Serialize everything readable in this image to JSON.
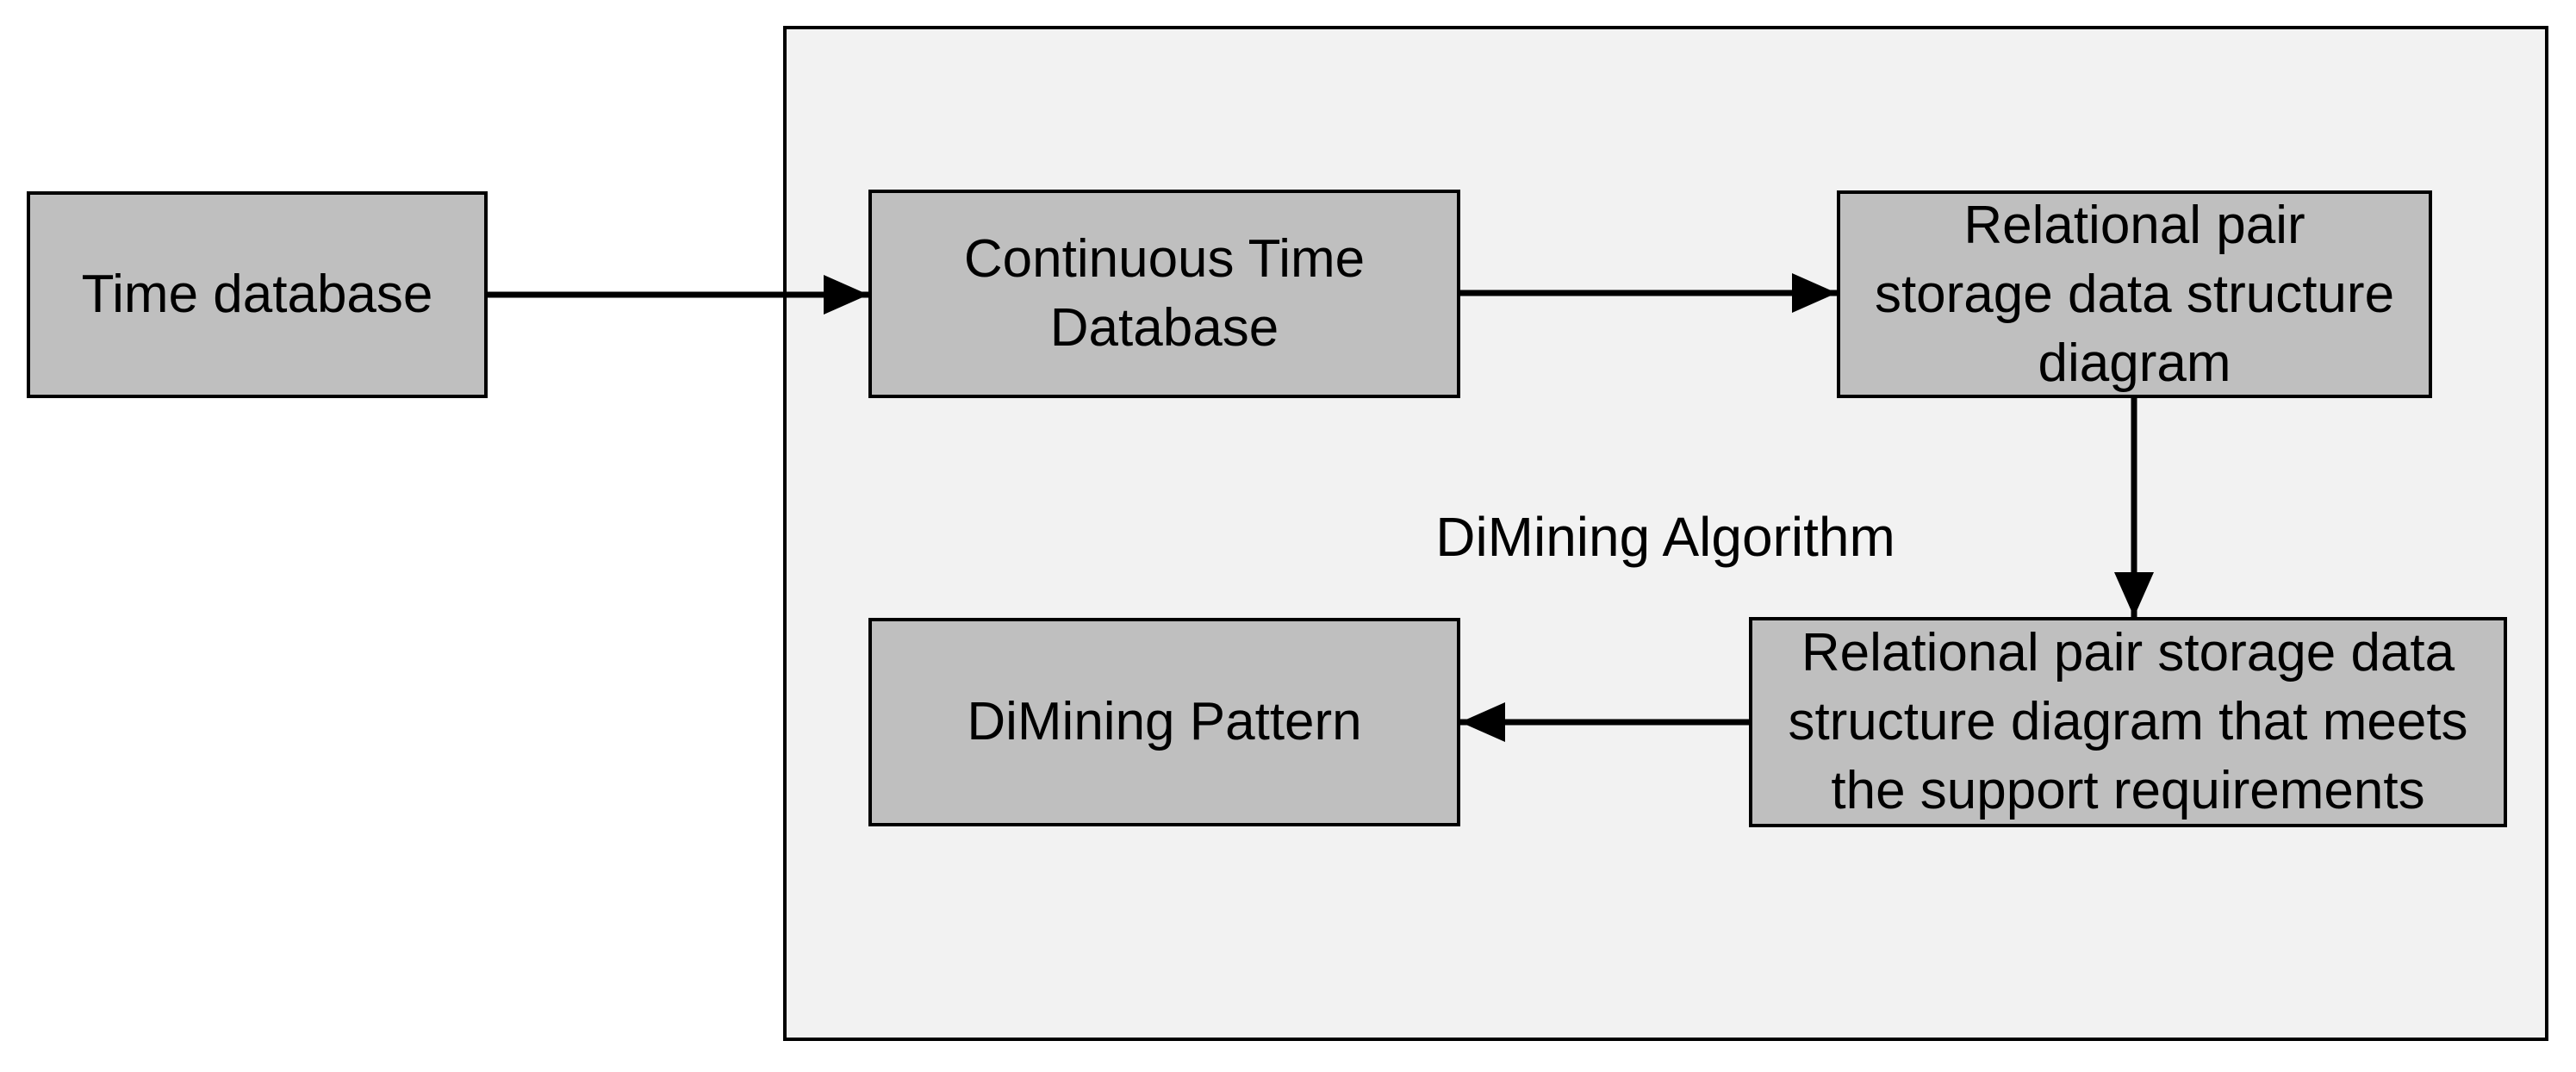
{
  "colors": {
    "background": "#ffffff",
    "container_fill": "#f2f2f2",
    "box_fill": "#bfbfbf",
    "border": "#000000",
    "text": "#000000",
    "arrow": "#000000"
  },
  "container": {
    "label": "DiMining Algorithm"
  },
  "nodes": {
    "time_database": {
      "lines": [
        "Time database"
      ]
    },
    "continuous_time_database": {
      "lines": [
        "Continuous Time",
        "Database"
      ]
    },
    "relational_pair_storage": {
      "lines": [
        "Relational pair",
        "storage data structure",
        "diagram"
      ]
    },
    "meets_support": {
      "lines": [
        "Relational pair storage data",
        "structure diagram that meets",
        "the support requirements"
      ]
    },
    "dimining_pattern": {
      "lines": [
        "DiMining Pattern"
      ]
    }
  },
  "edges": [
    {
      "from": "time_database",
      "to": "continuous_time_database"
    },
    {
      "from": "continuous_time_database",
      "to": "relational_pair_storage"
    },
    {
      "from": "relational_pair_storage",
      "to": "meets_support"
    },
    {
      "from": "meets_support",
      "to": "dimining_pattern"
    }
  ]
}
